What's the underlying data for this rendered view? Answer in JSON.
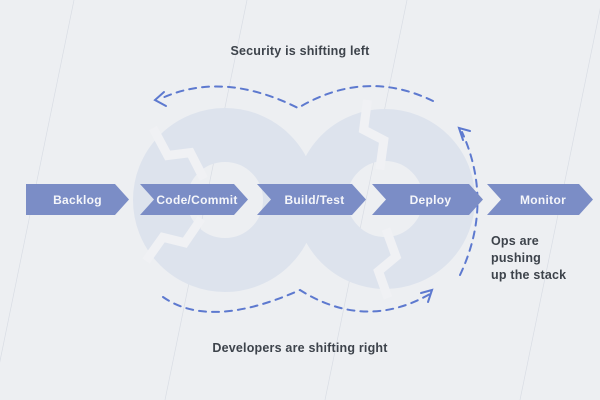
{
  "diagram": {
    "type": "devops-pipeline-flow",
    "annotations": {
      "top": "Security is shifting left",
      "bottom": "Developers are shifting right",
      "right_line1": "Ops are pushing",
      "right_line2": "up the stack"
    },
    "stages": [
      {
        "label": "Backlog"
      },
      {
        "label": "Code/Commit"
      },
      {
        "label": "Build/Test"
      },
      {
        "label": "Deploy"
      },
      {
        "label": "Monitor"
      }
    ],
    "icons": {
      "background_left": "cycle-loop-icon",
      "background_right": "cycle-loop-icon",
      "top_arrow": "dashed-left-arrow-icon",
      "bottom_arrow": "dashed-right-arrow-icon",
      "right_arrow": "dashed-up-arrow-icon"
    },
    "colors": {
      "background": "#edeff2",
      "stage_banner": "#7b8dc6",
      "stage_text": "#f5f6fa",
      "dashed_arrow": "#5d79cf",
      "annotation_text": "#3d434b",
      "loop_icon": "#dde3ed"
    }
  }
}
